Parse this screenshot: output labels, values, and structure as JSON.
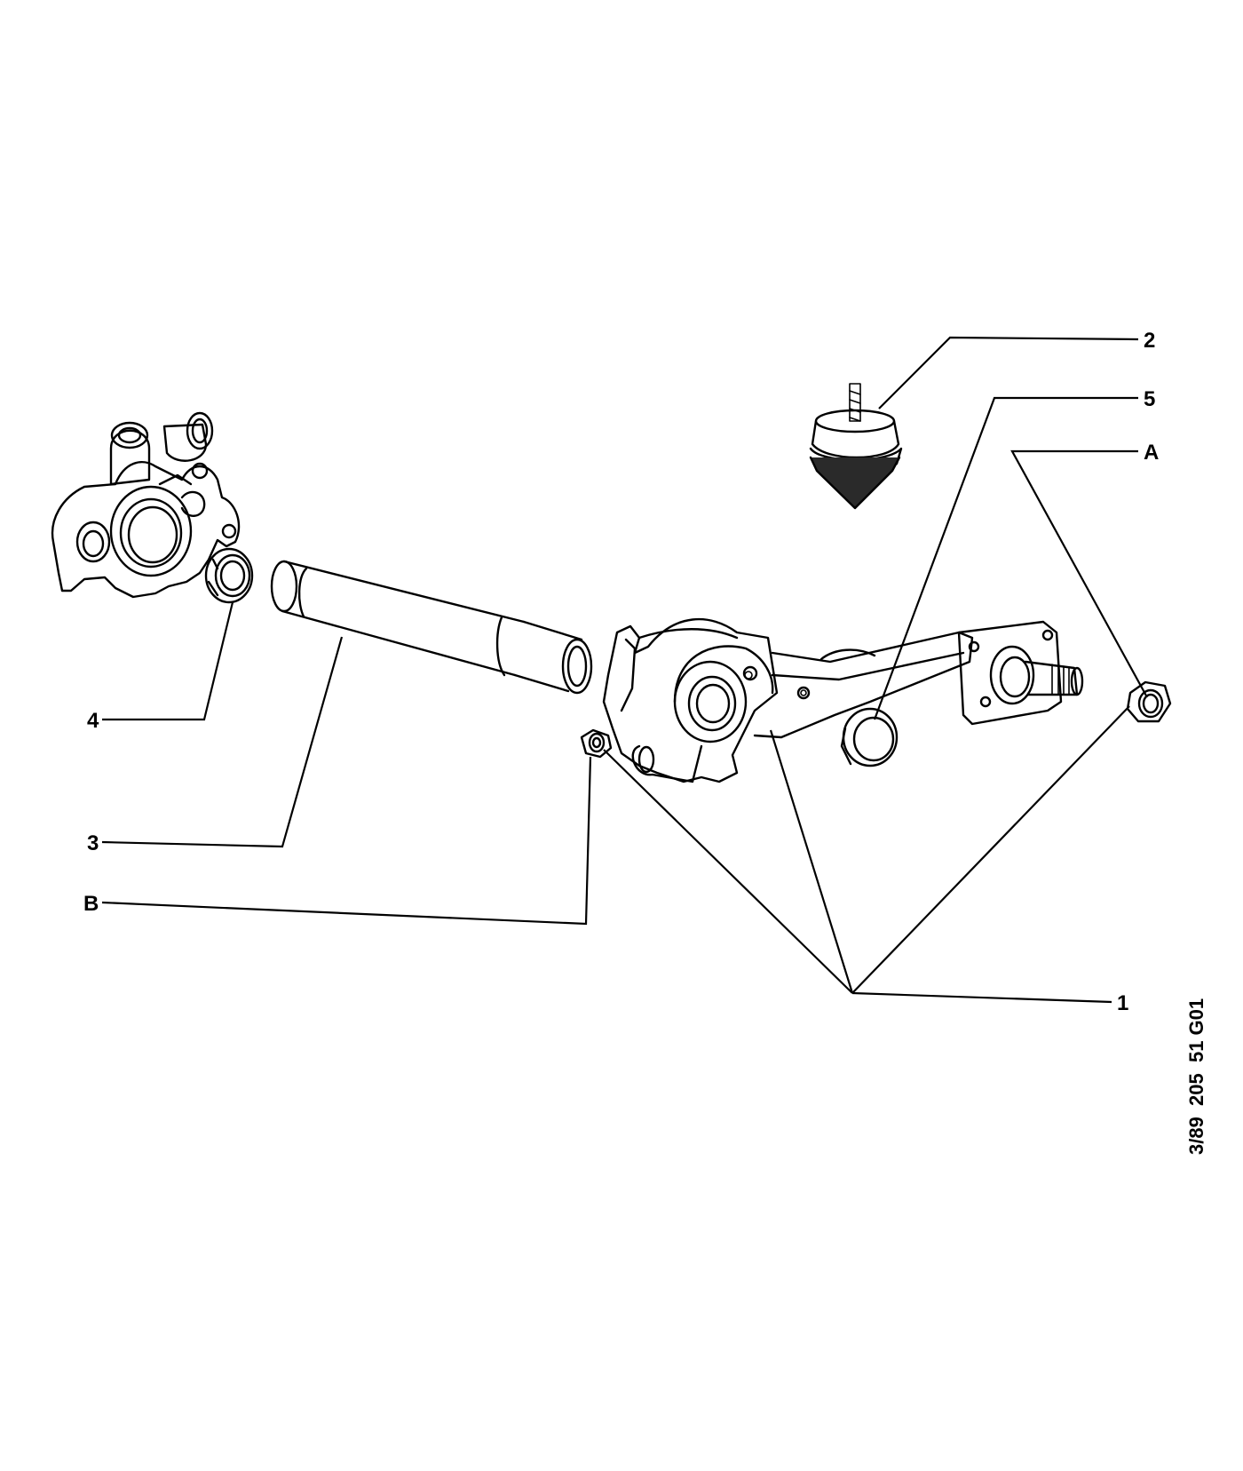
{
  "callouts": {
    "c1": "1",
    "c2": "2",
    "c3": "3",
    "c4": "4",
    "c5": "5",
    "cA": "A",
    "cB": "B"
  },
  "reference_code": "3/89  205  51 G01"
}
